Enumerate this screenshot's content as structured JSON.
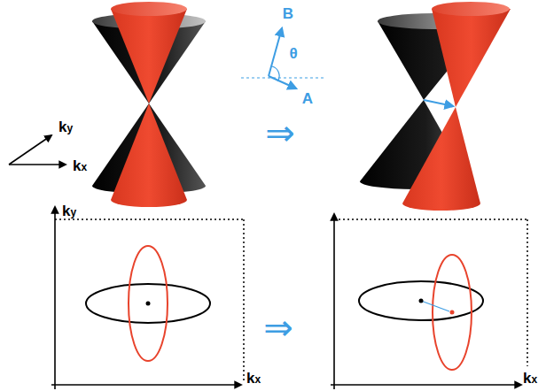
{
  "diagram": {
    "labels": [
      "ky",
      "kx",
      "B",
      "θ",
      "A",
      "⇒",
      "ky",
      "kx",
      "⇒",
      "kx"
    ]
  }
}
